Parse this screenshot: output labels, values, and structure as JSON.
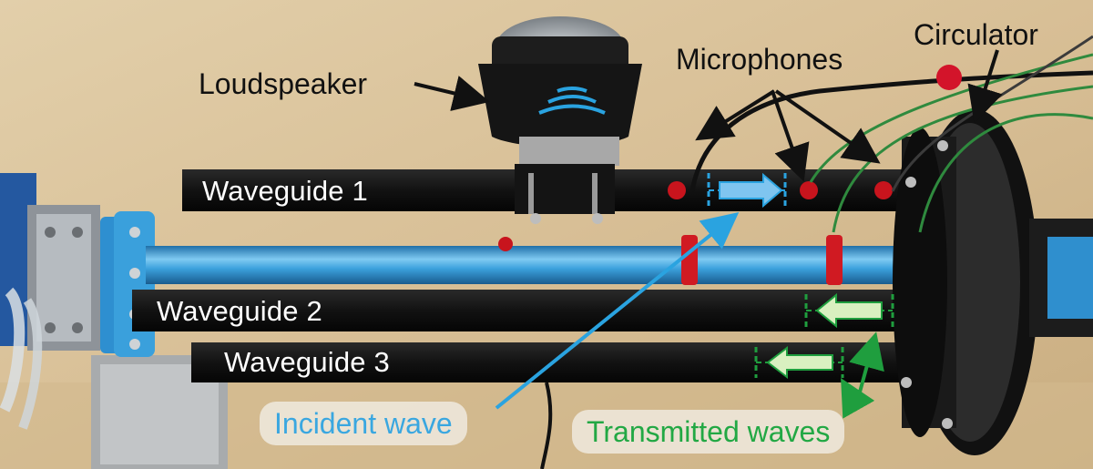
{
  "labels": {
    "loudspeaker": "Loudspeaker",
    "microphones": "Microphones",
    "circulator": "Circulator",
    "waveguide_1": "Waveguide 1",
    "waveguide_2": "Waveguide 2",
    "waveguide_3": "Waveguide 3",
    "incident_wave": "Incident wave",
    "transmitted_waves": "Transmitted waves"
  },
  "colors": {
    "incident": "#3aa7e0",
    "transmitted": "#22a844",
    "annotation": "#111111",
    "waveguide_body": "#141414",
    "pipe": "#3aa0dc"
  }
}
